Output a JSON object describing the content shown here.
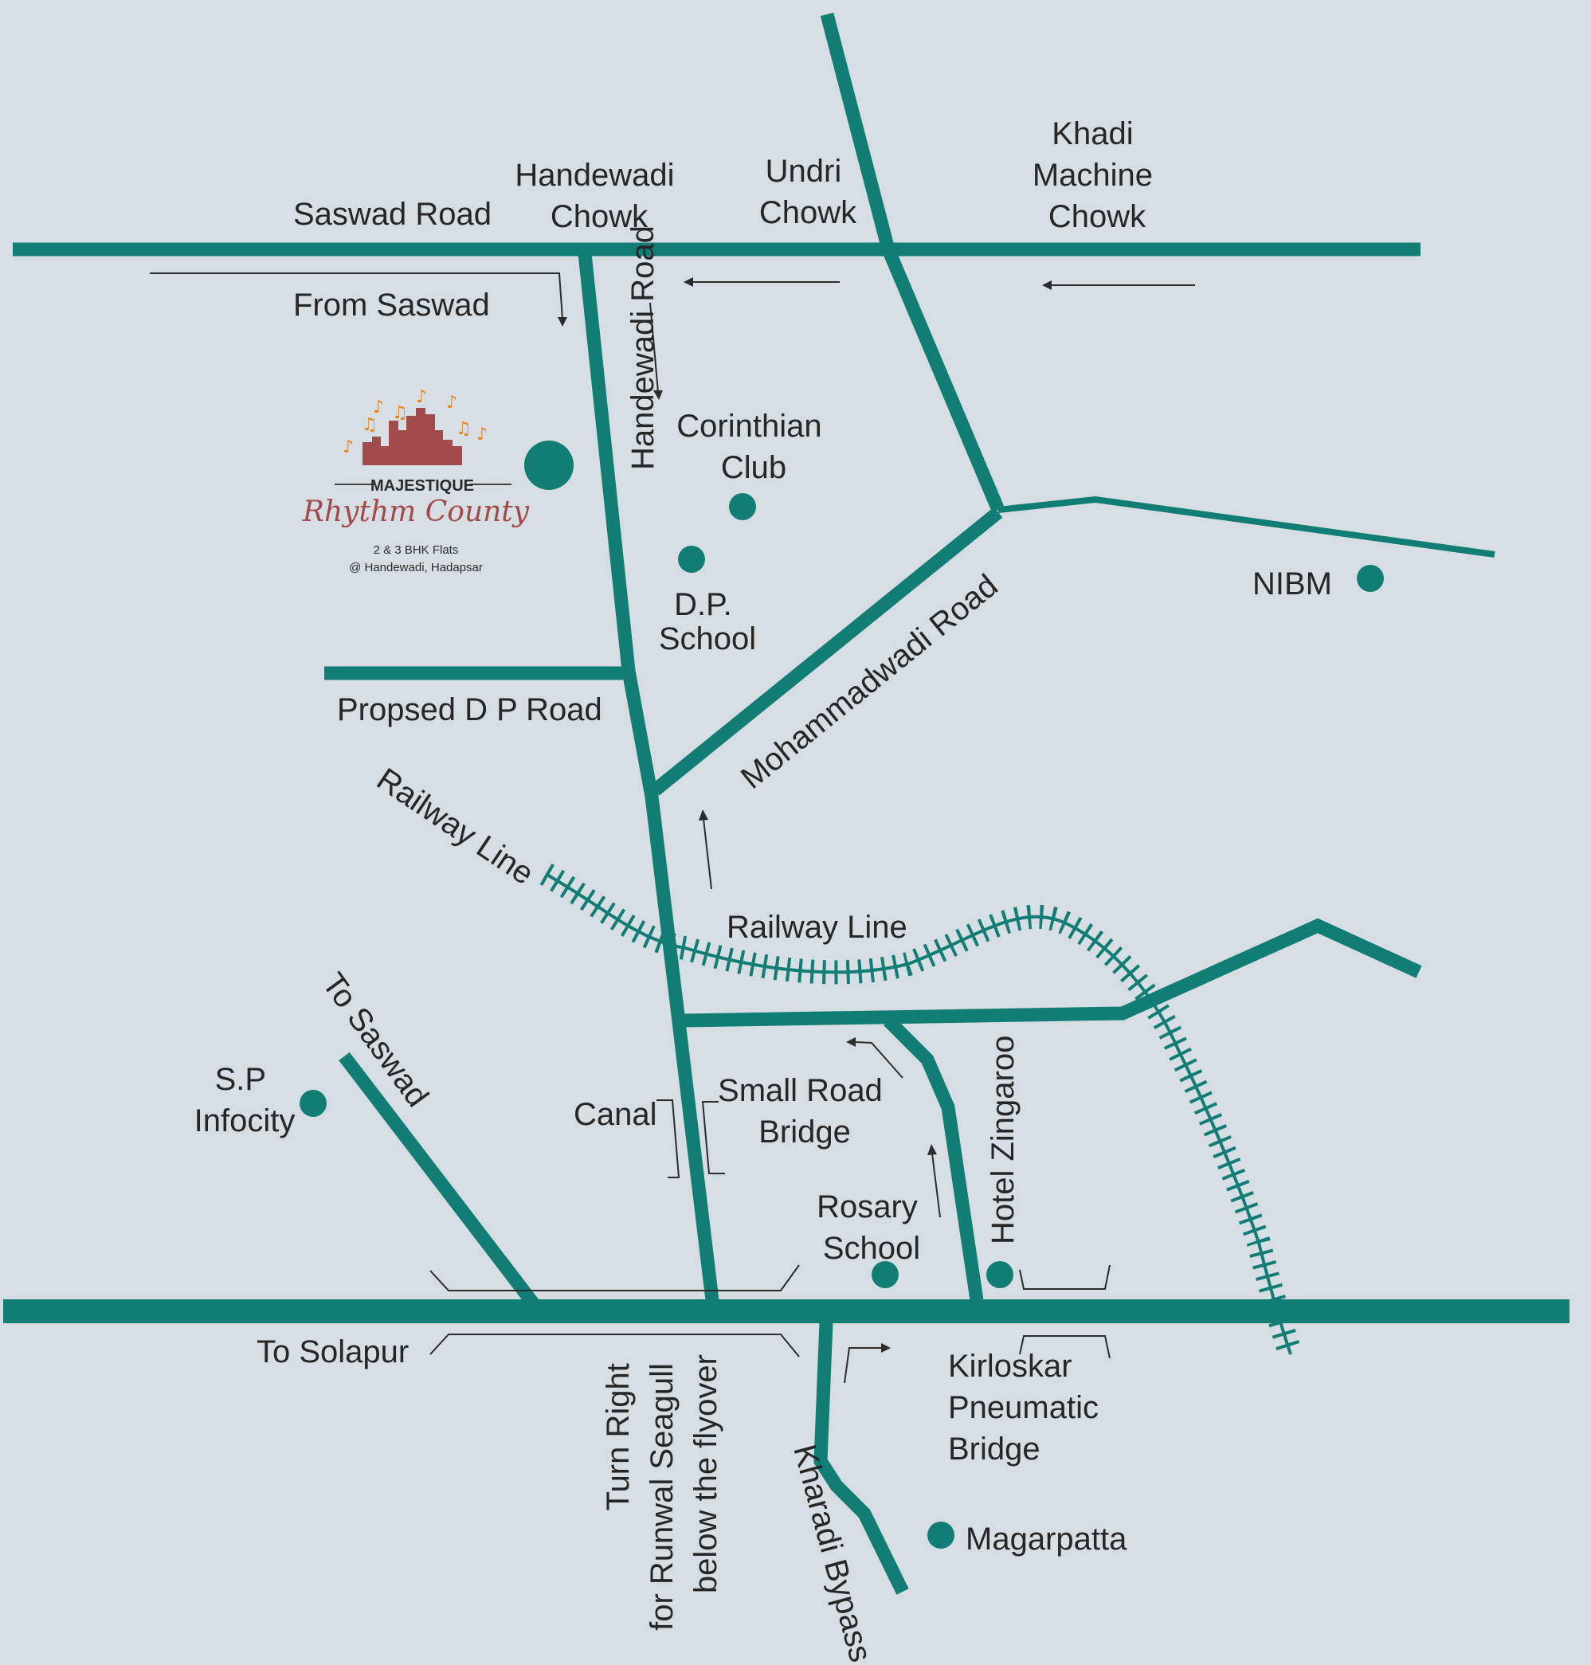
{
  "colors": {
    "background": "#d7dee3",
    "road": "#127d74",
    "text": "#262626",
    "logo_building": "#a2494a",
    "logo_notes": "#e38a1f"
  },
  "labels": {
    "saswad_road": "Saswad Road",
    "handewadi_chowk": [
      "Handewadi",
      "Chowk"
    ],
    "undri_chowk": [
      "Undri",
      "Chowk"
    ],
    "khadi_machine_chowk": [
      "Khadi",
      "Machine",
      "Chowk"
    ],
    "from_saswad": "From Saswad",
    "handewadi_road": "Handewadi Road",
    "corinthian_club": [
      "Corinthian",
      "Club"
    ],
    "dp_school": [
      "D.P.",
      "School"
    ],
    "nibm": "NIBM",
    "proposed_dp_road": "Propsed D P Road",
    "mohammadwadi_road": "Mohammadwadi Road",
    "railway_line_diag": "Railway Line",
    "railway_line": "Railway Line",
    "to_saswad": "To Saswad",
    "sp_infocity": [
      "S.P",
      "Infocity"
    ],
    "canal": "Canal",
    "small_road_bridge": [
      "Small Road",
      "Bridge"
    ],
    "hotel_zingaroo": "Hotel Zingaroo",
    "rosary_school": [
      "Rosary",
      "School"
    ],
    "to_solapur": "To Solapur",
    "turn_right": [
      "Turn Right",
      "for Runwal Seagull",
      "below the flyover"
    ],
    "kharadi_bypass": "Kharadi Bypass",
    "kirloskar_bridge": [
      "Kirloskar",
      "Pneumatic",
      "Bridge"
    ],
    "magarpatta": "Magarpatta"
  },
  "logo": {
    "brand": "MAJESTIQUE",
    "project": "Rhythm County",
    "tagline": "2 & 3 BHK Flats",
    "location": "@ Handewadi, Hadapsar",
    "icon": "city-skyline-music-notes-icon"
  }
}
